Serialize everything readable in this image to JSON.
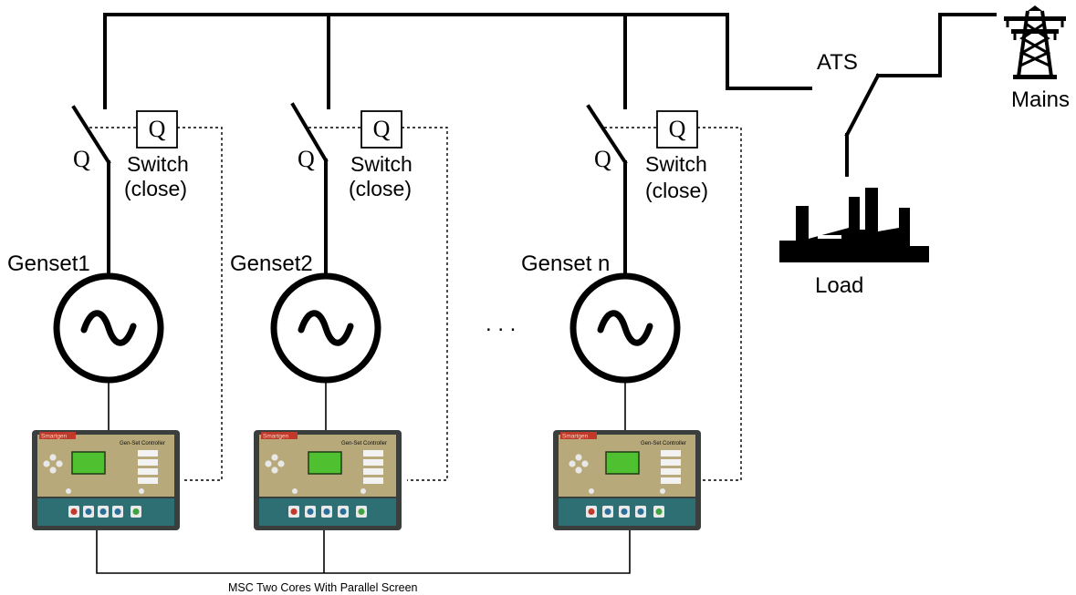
{
  "labels": {
    "ats": "ATS",
    "mains": "Mains",
    "load": "Load",
    "ellipsis": ". . .",
    "bus_caption": "MSC Two Cores With Parallel Screen"
  },
  "gensets": [
    {
      "name": "Genset1",
      "breaker": "Q",
      "box": "Q",
      "switch_line1": "Switch",
      "switch_line2": "(close)",
      "brand": "Smartgen",
      "controller_title": "Gen-Set Controller"
    },
    {
      "name": "Genset2",
      "breaker": "Q",
      "box": "Q",
      "switch_line1": "Switch",
      "switch_line2": "(close)",
      "brand": "Smartgen",
      "controller_title": "Gen-Set Controller"
    },
    {
      "name": "Genset n",
      "breaker": "Q",
      "box": "Q",
      "switch_line1": "Switch",
      "switch_line2": "(close)",
      "brand": "Smartgen",
      "controller_title": "Gen-Set Controller"
    }
  ],
  "colors": {
    "line": "#000000",
    "controller_frame": "#3a3f3e",
    "controller_panel": "#b8a97a",
    "controller_bottom": "#2e6f73",
    "lcd": "#4fc030",
    "brand_tag": "#c0392b"
  },
  "icons": {
    "generator": "ac-generator-icon",
    "mains": "transmission-tower-icon",
    "load": "factory-icon",
    "ats": "transfer-switch-icon"
  }
}
